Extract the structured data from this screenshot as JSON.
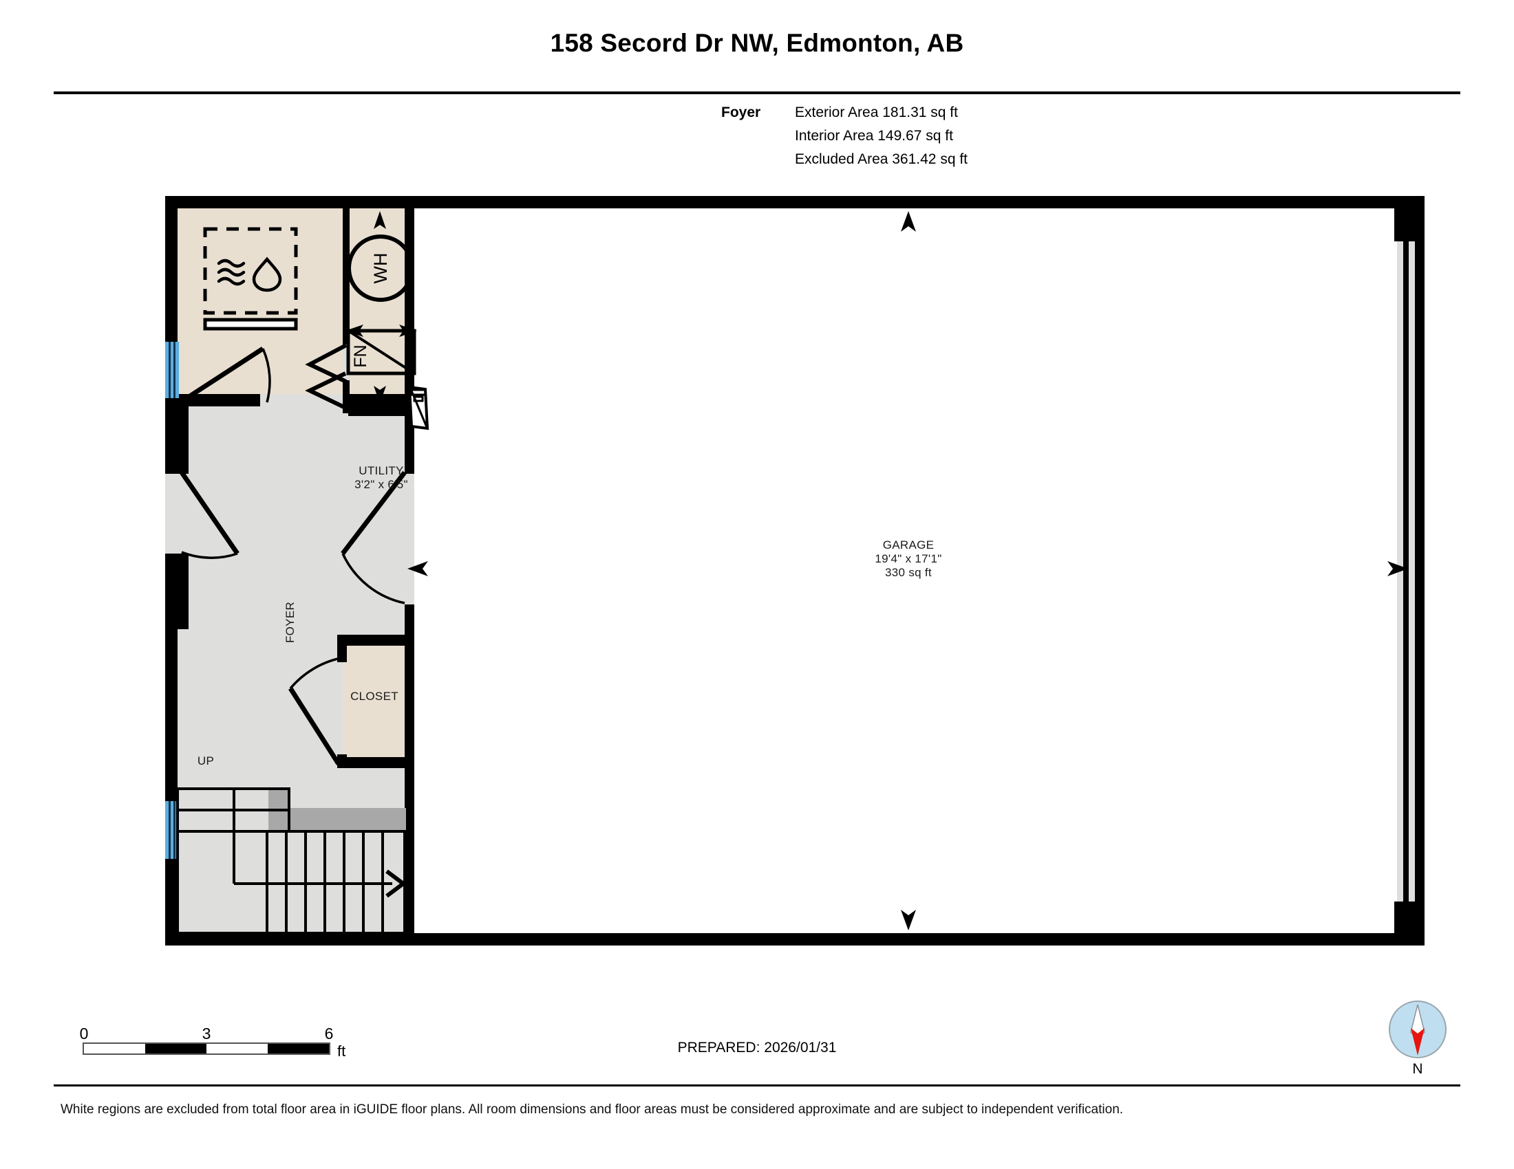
{
  "header": {
    "title": "158 Secord Dr NW, Edmonton, AB"
  },
  "area_summary": {
    "level_label": "Foyer",
    "exterior_area": "Exterior Area 181.31 sq ft",
    "interior_area": "Interior Area 149.67 sq ft",
    "excluded_area": "Excluded Area 361.42 sq ft"
  },
  "plan": {
    "rooms": [
      {
        "name": "laundry-mechanical-room",
        "label": "",
        "dimensions": "",
        "fill": "#e8dfd1"
      },
      {
        "name": "utility-room",
        "label": "UTILITY",
        "dimensions": "3'2\" x 6'5\"",
        "fill": "#e8dfd1"
      },
      {
        "name": "foyer-room",
        "label": "FOYER",
        "dimensions": "",
        "fill": "#dededd"
      },
      {
        "name": "closet-room",
        "label": "CLOSET",
        "dimensions": "",
        "fill": "#e8dfd1"
      },
      {
        "name": "garage-room",
        "label": "GARAGE",
        "dimensions": "19'4\" x 17'1\"",
        "area": "330 sq ft",
        "fill": "#ffffff"
      }
    ],
    "stair_label": "UP",
    "fixtures": [
      {
        "name": "water-heater-icon",
        "label": "WH"
      },
      {
        "name": "furnace-icon",
        "label": "FN"
      },
      {
        "name": "dryer-icon",
        "label": ""
      },
      {
        "name": "washer-icon",
        "label": ""
      },
      {
        "name": "exterior-door-icon",
        "label": ""
      }
    ],
    "colors": {
      "wall": "#000000",
      "finished_floor": "#dededd",
      "unfinished_floor": "#e8dfd1",
      "excluded_area": "#ffffff",
      "window": "#5caddf",
      "window_mullion": "#10344c",
      "stair_landing": "#a8a8a8"
    }
  },
  "scale": {
    "ticks": [
      "0",
      "3",
      "6"
    ],
    "unit": "ft",
    "segments": [
      "off",
      "on",
      "off",
      "on"
    ]
  },
  "prepared": {
    "text": "PREPARED: 2026/01/31"
  },
  "compass": {
    "north_label": "N",
    "needle_north_color": "#ffffff",
    "needle_south_color": "#e8140f",
    "dial_color": "#bfdff0"
  },
  "footer": {
    "disclaimer": "White regions are excluded from total floor area in iGUIDE floor plans. All room dimensions and floor areas must be considered approximate and are subject to independent verification."
  }
}
